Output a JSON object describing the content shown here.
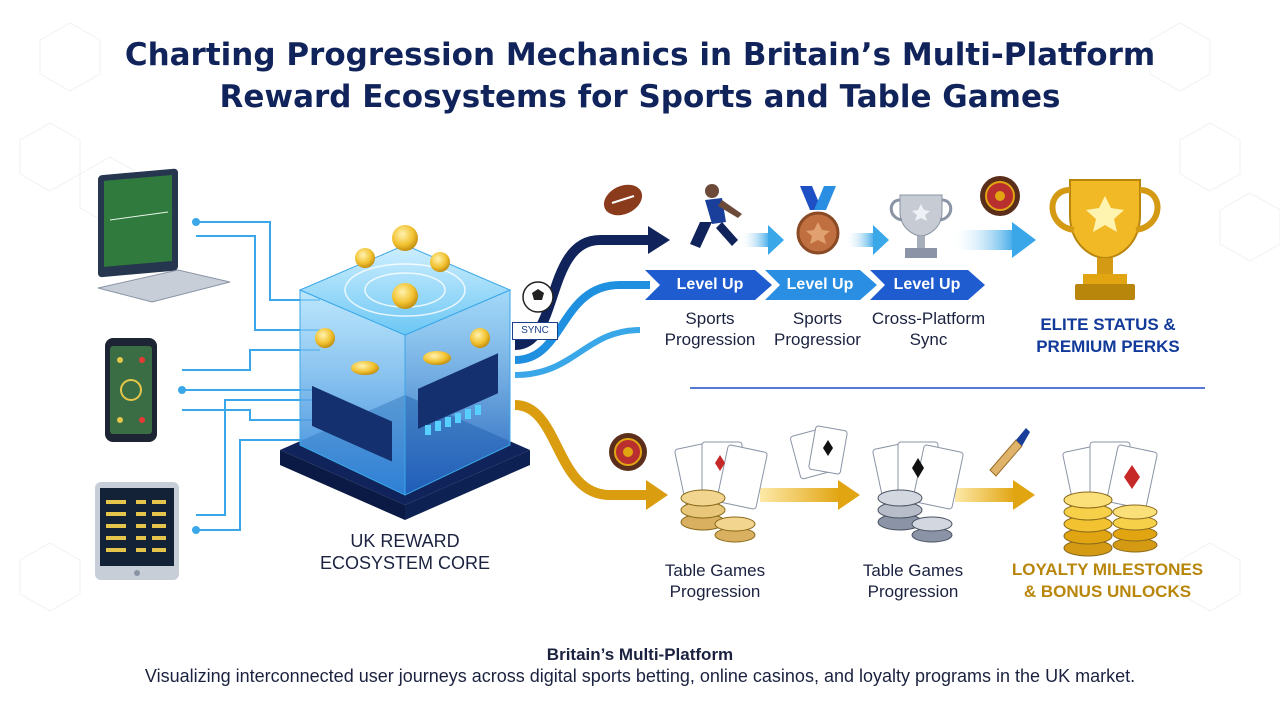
{
  "title": {
    "line1": "Charting Progression Mechanics in Britain’s Multi-Platform",
    "line2": "Reward Ecosystems for Sports and Table Games"
  },
  "core": {
    "label_line1": "UK REWARD",
    "label_line2": "ECOSYSTEM CORE",
    "sync_chip": "SYNC"
  },
  "devices": [
    "laptop-icon",
    "smartphone-icon",
    "tablet-icon"
  ],
  "sports_track": {
    "badges": [
      "Level Up",
      "Level Up",
      "Level Up"
    ],
    "steps": [
      {
        "line1": "Sports",
        "line2": "Progression"
      },
      {
        "line1": "Sports",
        "line2": "Progressior"
      },
      {
        "line1": "Cross-Platform",
        "line2": "Sync"
      }
    ],
    "goal": {
      "line1": "ELITE STATUS &",
      "line2": "PREMIUM PERKS"
    },
    "icons": [
      "rugby-ball-icon",
      "soccer-ball-icon",
      "runner-icon",
      "medal-icon",
      "silver-trophy-icon",
      "roulette-icon",
      "gold-trophy-icon"
    ]
  },
  "table_track": {
    "steps": [
      {
        "line1": "Table Games",
        "line2": "Progression"
      },
      {
        "line1": "Table Games",
        "line2": "Progression"
      }
    ],
    "goal": {
      "line1": "LOYALTY MILESTONES",
      "line2": "& BONUS UNLOCKS"
    },
    "icons": [
      "roulette-icon",
      "cards-chips-icon",
      "playing-cards-icon",
      "cards-chips-icon",
      "cricket-bat-icon",
      "cards-coins-icon"
    ]
  },
  "footer": {
    "subtitle": "Britain’s Multi-Platform",
    "description": "Visualizing interconnected user journeys across digital sports betting, online casinos, and loyalty programs in the UK market."
  },
  "colors": {
    "navy": "#10235a",
    "blue": "#1f4fc4",
    "light_blue": "#3aa7e8",
    "gold": "#e2a512",
    "dark_gold": "#b9860c"
  }
}
